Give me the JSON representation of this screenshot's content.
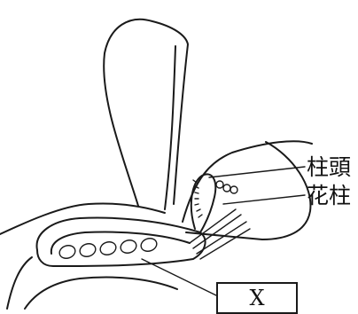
{
  "labels": {
    "stigma": "柱頭",
    "style": "花柱",
    "x": "X"
  }
}
